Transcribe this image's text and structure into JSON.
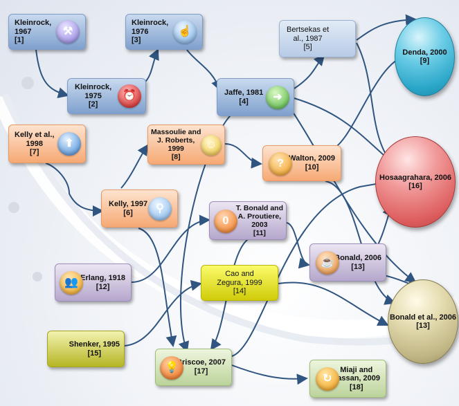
{
  "nodes": {
    "kleinrock1967": {
      "label": "Kleinrock,\n1967\n[1]",
      "icon": "gavel-icon"
    },
    "kleinrock1975": {
      "label": "Kleinrock,\n1975\n[2]",
      "icon": "alarm-icon"
    },
    "kleinrock1976": {
      "label": "Kleinrock,\n1976\n[3]",
      "icon": "touch-icon"
    },
    "jaffe1981": {
      "label": "Jaffe, 1981\n[4]",
      "icon": "arrow-right-icon"
    },
    "bertsekas1987": {
      "label": "Bertsekas et\nal., 1987\n[5]"
    },
    "kelly1997": {
      "label": "Kelly, 1997\n[6]",
      "icon": "magnifier-icon"
    },
    "kelly1998": {
      "label": "Kelly et al.,\n1998\n[7]",
      "icon": "up-arrow-icon"
    },
    "massoulie1999": {
      "label": "Massoulie and\nJ. Roberts,\n1999\n[8]",
      "icon": "users-icon"
    },
    "walton2009": {
      "label": "Walton, 2009\n[10]",
      "icon": "question-icon"
    },
    "bonald2003": {
      "label": "T. Bonald and\nA. Proutiere,\n2003\n[11]",
      "icon": "zero-icon"
    },
    "erlang1918": {
      "label": "Erlang, 1918\n[12]",
      "icon": "group-icon"
    },
    "bonald2006": {
      "label": "Bonald, 2006\n[13]",
      "icon": "cup-icon"
    },
    "cao1999": {
      "label": "Cao and\nZegura, 1999\n[14]"
    },
    "shenker1995": {
      "label": "Shenker, 1995\n[15]"
    },
    "briscoe2007": {
      "label": "Briscoe, 2007\n[17]",
      "icon": "bulb-icon"
    },
    "miaji2009": {
      "label": "Miaji and\nhassan, 2009\n[18]",
      "icon": "refresh-icon"
    }
  },
  "ellipses": {
    "denda2000": {
      "label": "Denda, 2000\n[9]"
    },
    "hosaagrahara2006": {
      "label": "Hosaagrahara, 2006\n[16]"
    },
    "bonaldetal2006": {
      "label": "Bonald et al., 2006\n[13]"
    }
  },
  "colors": {
    "edge": "#2f5580",
    "blue_box": "#7fa0cd",
    "orange_box": "#f6a974",
    "purple_box": "#b5a7cc",
    "yellow_box": "#d0cc0a",
    "green_box": "#bcd39b",
    "cyan_ellipse": "#2aa6c8",
    "red_ellipse": "#dd5d5d",
    "olive_ellipse": "#bfb483"
  }
}
